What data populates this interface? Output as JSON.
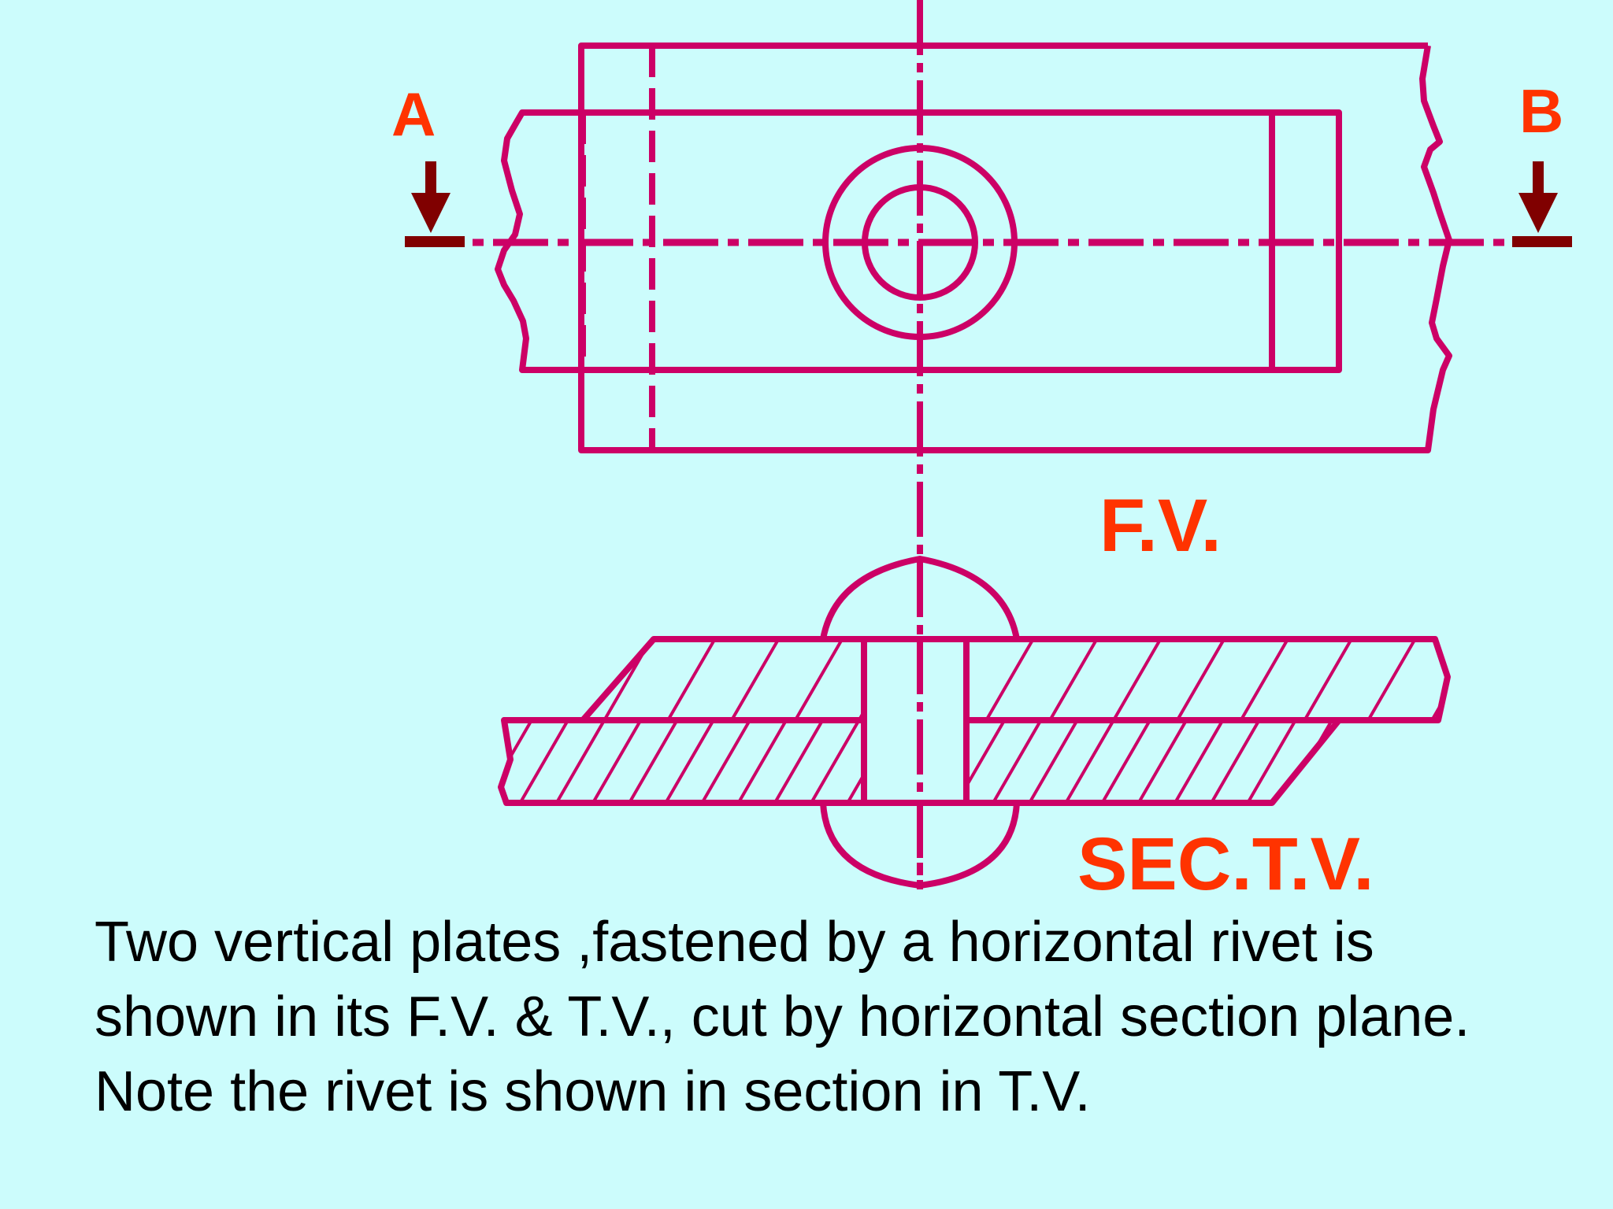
{
  "colors": {
    "background": "#ccfcfc",
    "line": "#cc0066",
    "label": "#ff3300",
    "arrow": "#800000",
    "caption": "#000000"
  },
  "labels": {
    "plane_left": "A",
    "plane_right": "B",
    "front_view": "F.V.",
    "section_top_view": "SEC.T.V."
  },
  "caption": "Two vertical plates ,fastened by a horizontal rivet is shown in its F.V. & T.V., cut by horizontal section plane. Note the rivet is shown in section in T.V."
}
